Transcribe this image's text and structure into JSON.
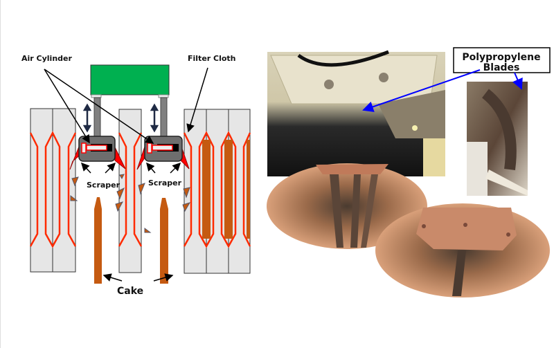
{
  "diagram": {
    "labels": {
      "air_cylinder": "Air Cylinder",
      "filter_cloth": "Filter Cloth",
      "scraper_left": "Scraper",
      "scraper_right": "Scraper",
      "cake": "Cake"
    }
  },
  "photos": {
    "callout_line1": "Polypropylene",
    "callout_line2": "Blades"
  },
  "colors": {
    "cloth": "#ff2a00",
    "cake": "#c55a11",
    "drive": "#00b050",
    "plate": "#e6e6e6",
    "arrow_blue": "#0000ff"
  }
}
